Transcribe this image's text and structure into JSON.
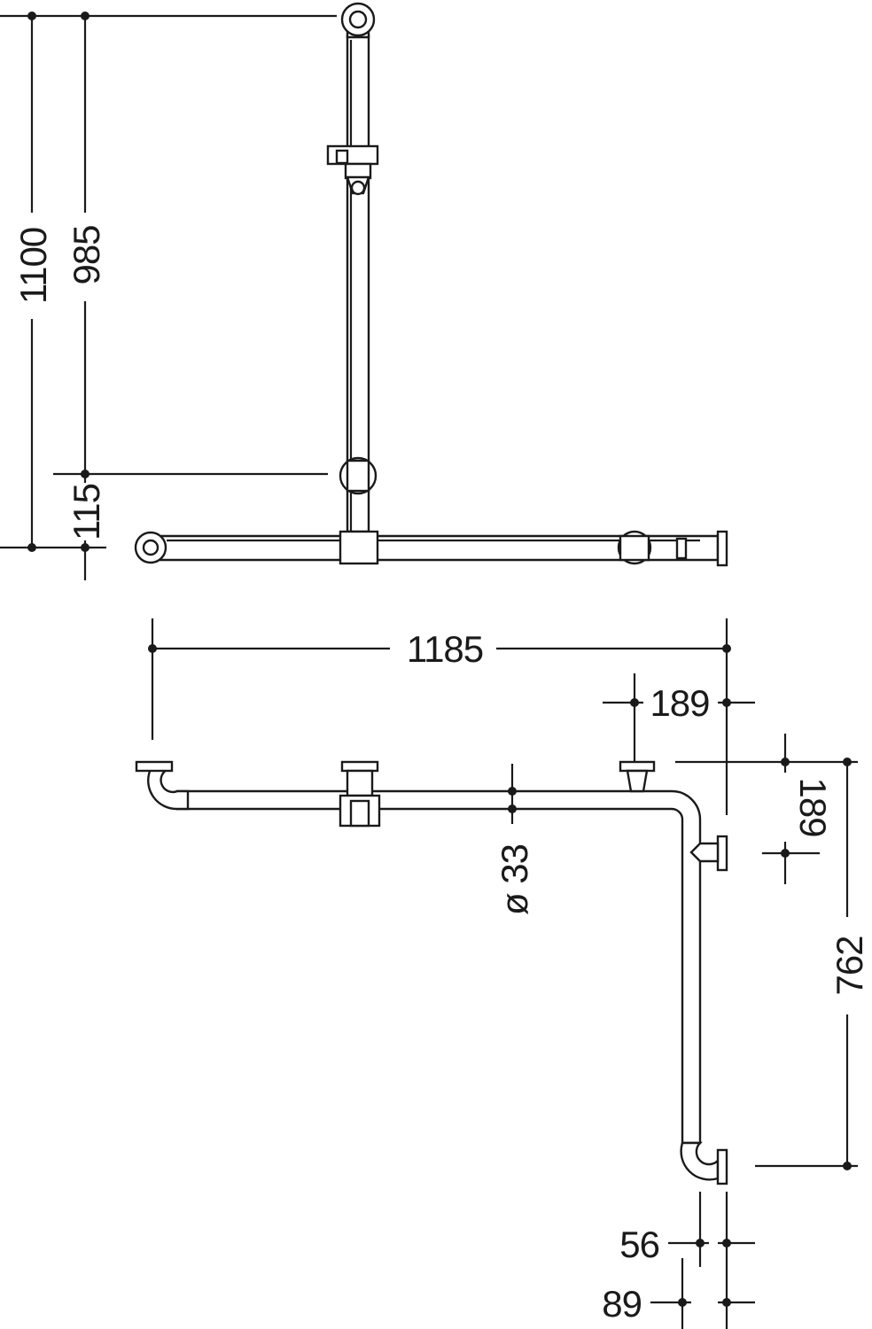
{
  "dimensions": {
    "total_height": "1100",
    "vertical_bar_height": "985",
    "horizontal_offset": "115",
    "total_width": "1185",
    "flange_offset_top": "189",
    "flange_offset_side": "189",
    "return_length": "762",
    "tube_diameter": "ø 33",
    "depth_inner": "56",
    "depth_outer": "89"
  },
  "colors": {
    "line": "#1a1a1a",
    "background": "#ffffff"
  }
}
